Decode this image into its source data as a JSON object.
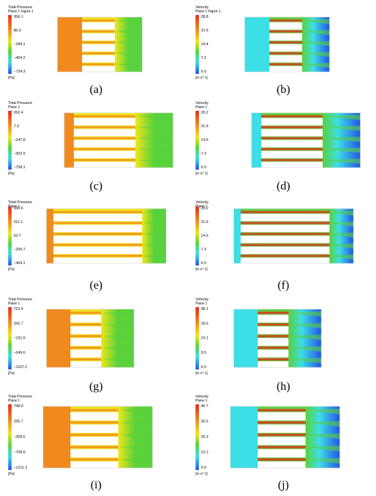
{
  "colors": {
    "red": "#e8281c",
    "orange": "#f08a1e",
    "yellow": "#f0e61a",
    "green": "#59d23c",
    "cyan": "#3cdfe6",
    "blue": "#2454e6",
    "white": "#ffffff",
    "frame": "#d0d0d0"
  },
  "panels": [
    {
      "id": "a",
      "caption": "(a)",
      "kind": "pressure",
      "geom": "g1",
      "title": "Total Pressure",
      "subtitle": "Plane 1 Figure 1",
      "unit": "[Pa]",
      "ticks": [
        "356.1",
        "86.0",
        "−184.1",
        "−454.2",
        "−724.3"
      ]
    },
    {
      "id": "b",
      "caption": "(b)",
      "kind": "velocity",
      "geom": "g1",
      "title": "Velocity",
      "subtitle": "Plane 1 Figure 1",
      "unit": "[m s^-1]",
      "ticks": [
        "28.8",
        "21.6",
        "14.4",
        "7.2",
        "0.0"
      ]
    },
    {
      "id": "c",
      "caption": "(c)",
      "kind": "pressure",
      "geom": "g2",
      "title": "Total Pressure",
      "subtitle": "Plane 1",
      "unit": "[Pa]",
      "ticks": [
        "262.4",
        "7.3",
        "−247.8",
        "−502.9",
        "−758.1"
      ]
    },
    {
      "id": "d",
      "caption": "(d)",
      "kind": "velocity",
      "geom": "g2",
      "title": "Velocity",
      "subtitle": "Plane 1",
      "unit": "[m s^-1]",
      "ticks": [
        "29.2",
        "21.9",
        "14.6",
        "7.3",
        "0.0"
      ]
    },
    {
      "id": "e",
      "caption": "(e)",
      "kind": "pressure",
      "geom": "g3",
      "title": "Total Pressure",
      "subtitle": "Plane 1",
      "unit": "[Pa]",
      "ticks": [
        "569.6",
        "311.1",
        "52.7",
        "−205.7",
        "−464.1"
      ]
    },
    {
      "id": "f",
      "caption": "(f)",
      "kind": "velocity",
      "geom": "g3",
      "title": "Velocity",
      "subtitle": "Plane 1",
      "unit": "[m s^-1]",
      "ticks": [
        "29.2",
        "21.9",
        "14.6",
        "7.3",
        "0.0"
      ]
    },
    {
      "id": "g",
      "caption": "(g)",
      "kind": "pressure",
      "geom": "g4",
      "title": "Total Pressure",
      "subtitle": "Plane 1",
      "unit": "[Pa]",
      "ticks": [
        "723.4",
        "265.7",
        "−191.9",
        "−649.6",
        "−1107.2"
      ]
    },
    {
      "id": "h",
      "caption": "(h)",
      "kind": "velocity",
      "geom": "g4",
      "title": "Velocity",
      "subtitle": "Plane 1",
      "unit": "[m s^-1]",
      "ticks": [
        "38.1",
        "28.6",
        "19.1",
        "9.5",
        "0.0"
      ]
    },
    {
      "id": "i",
      "caption": "(i)",
      "kind": "pressure",
      "geom": "g5",
      "title": "Total Pressure",
      "subtitle": "Plane 1",
      "unit": "[Pa]",
      "ticks": [
        "798.0",
        "295.7",
        "−206.5",
        "−708.8",
        "−1211.1"
      ]
    },
    {
      "id": "j",
      "caption": "(j)",
      "kind": "velocity",
      "geom": "g5",
      "title": "Velocity",
      "subtitle": "Plane 1",
      "unit": "[m s^-1]",
      "ticks": [
        "40.7",
        "30.5",
        "20.3",
        "10.2",
        "0.0"
      ]
    }
  ]
}
